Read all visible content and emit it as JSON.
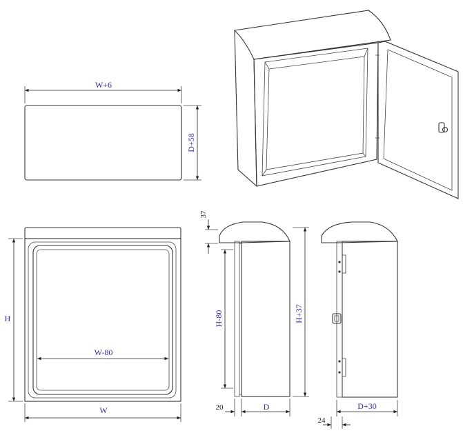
{
  "labels": {
    "top_width": "W+6",
    "top_depth": "D+58",
    "front_height": "H",
    "front_width": "W",
    "front_inner_width": "W-80",
    "side_top_offset": "37",
    "side_inner_height": "H-80",
    "side_total_height": "H+37",
    "side_flange": "20",
    "side_depth": "D",
    "right_depth": "D+30",
    "right_offset": "24"
  },
  "colors": {
    "line": "#333333",
    "label_blue": "#2b2bd6",
    "label_dark": "#222222"
  }
}
